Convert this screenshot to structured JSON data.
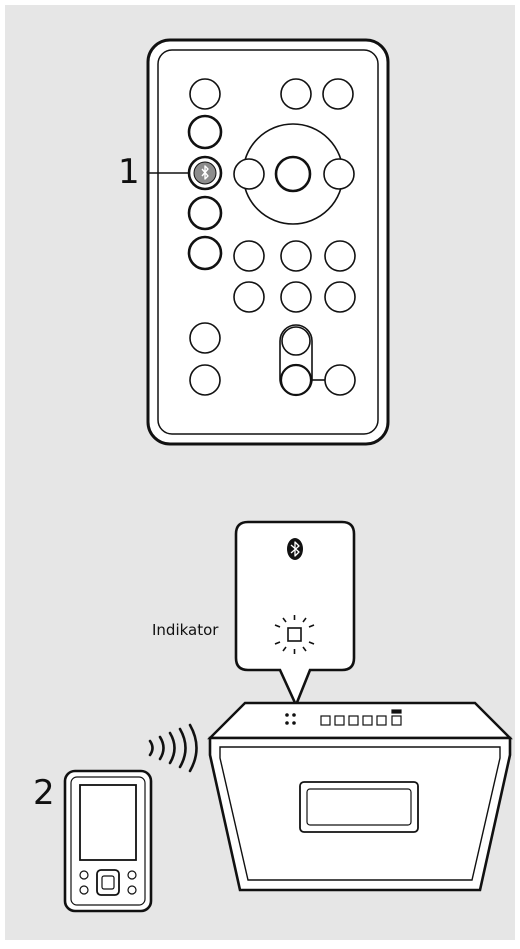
{
  "labels": {
    "step_1": "1",
    "step_2": "2",
    "indicator": "Indikator"
  },
  "icons": {
    "remote_button": "bluetooth-icon",
    "callout": "bluetooth-icon",
    "indicator": "blinking-indicator-icon",
    "signal": "wireless-signal-icon"
  },
  "colors": {
    "background": "#e6e6e6",
    "line": "#111111",
    "fill": "#ffffff",
    "highlight": "#8c8c8c"
  }
}
